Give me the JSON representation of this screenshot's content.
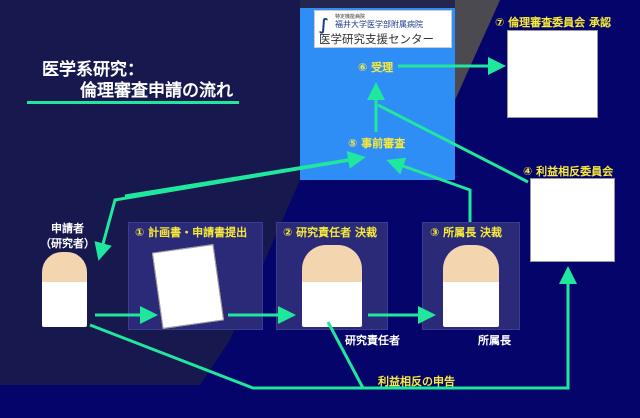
{
  "title": {
    "line1": "医学系研究：",
    "line2": "倫理審査申請の流れ"
  },
  "center": {
    "hospital_small": "特定機能病院",
    "hospital": "福井大学医学部附属病院",
    "name": "医学研究支援センター",
    "step5": "⑤ 事前審査",
    "step6": "⑥ 受理"
  },
  "applicant": {
    "line1": "申請者",
    "line2": "（研究者）"
  },
  "steps": [
    {
      "label": "① 計画書・申請書提出"
    },
    {
      "label": "② 研究責任者 決裁",
      "caption": "研究責任者"
    },
    {
      "label": "③ 所属長 決裁",
      "caption": "所属長"
    },
    {
      "label": "④ 利益相反委員会"
    },
    {
      "label": "⑦ 倫理審査委員会 承認"
    }
  ],
  "coi_report": "利益相反の申告",
  "colors": {
    "arrow": "#1fe89c",
    "label": "#f7ea3a",
    "center": "#2f8ef6",
    "bg": "#04046a"
  }
}
